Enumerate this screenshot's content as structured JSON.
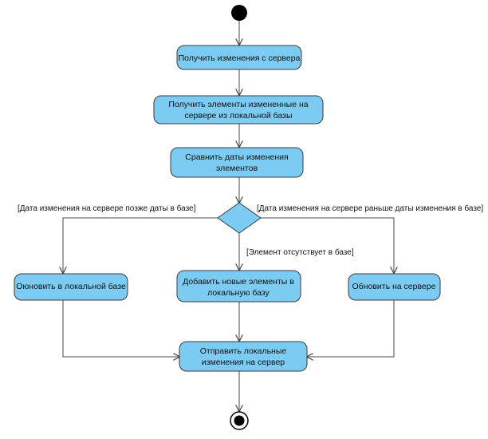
{
  "activities": {
    "get_changes": "Получить изменения с сервера",
    "get_elements_line1": "Получить элементы измененные на",
    "get_elements_line2": "сервере из локальной базы",
    "compare_line1": "Сравнить даты изменения",
    "compare_line2": "элементов",
    "update_local": "Оюновить в локальной базе",
    "add_new_line1": "Добавить новые элементы в",
    "add_new_line2": "локальную базу",
    "update_server": "Обновить на сервере",
    "send_line1": "Отправить локальные",
    "send_line2": "изменения на сервер"
  },
  "guards": {
    "server_later": "[Дата изменения на сервере позже даты в базе]",
    "server_earlier": "[Дата изменения на сервере раньше даты изменения в базе]",
    "element_missing": "[Элемент отсутствует в базе]"
  },
  "colors": {
    "activity_fill": "#7ccbf3",
    "activity_stroke": "#3a3a3a",
    "edge": "#4a4a4a",
    "node": "#000000"
  }
}
